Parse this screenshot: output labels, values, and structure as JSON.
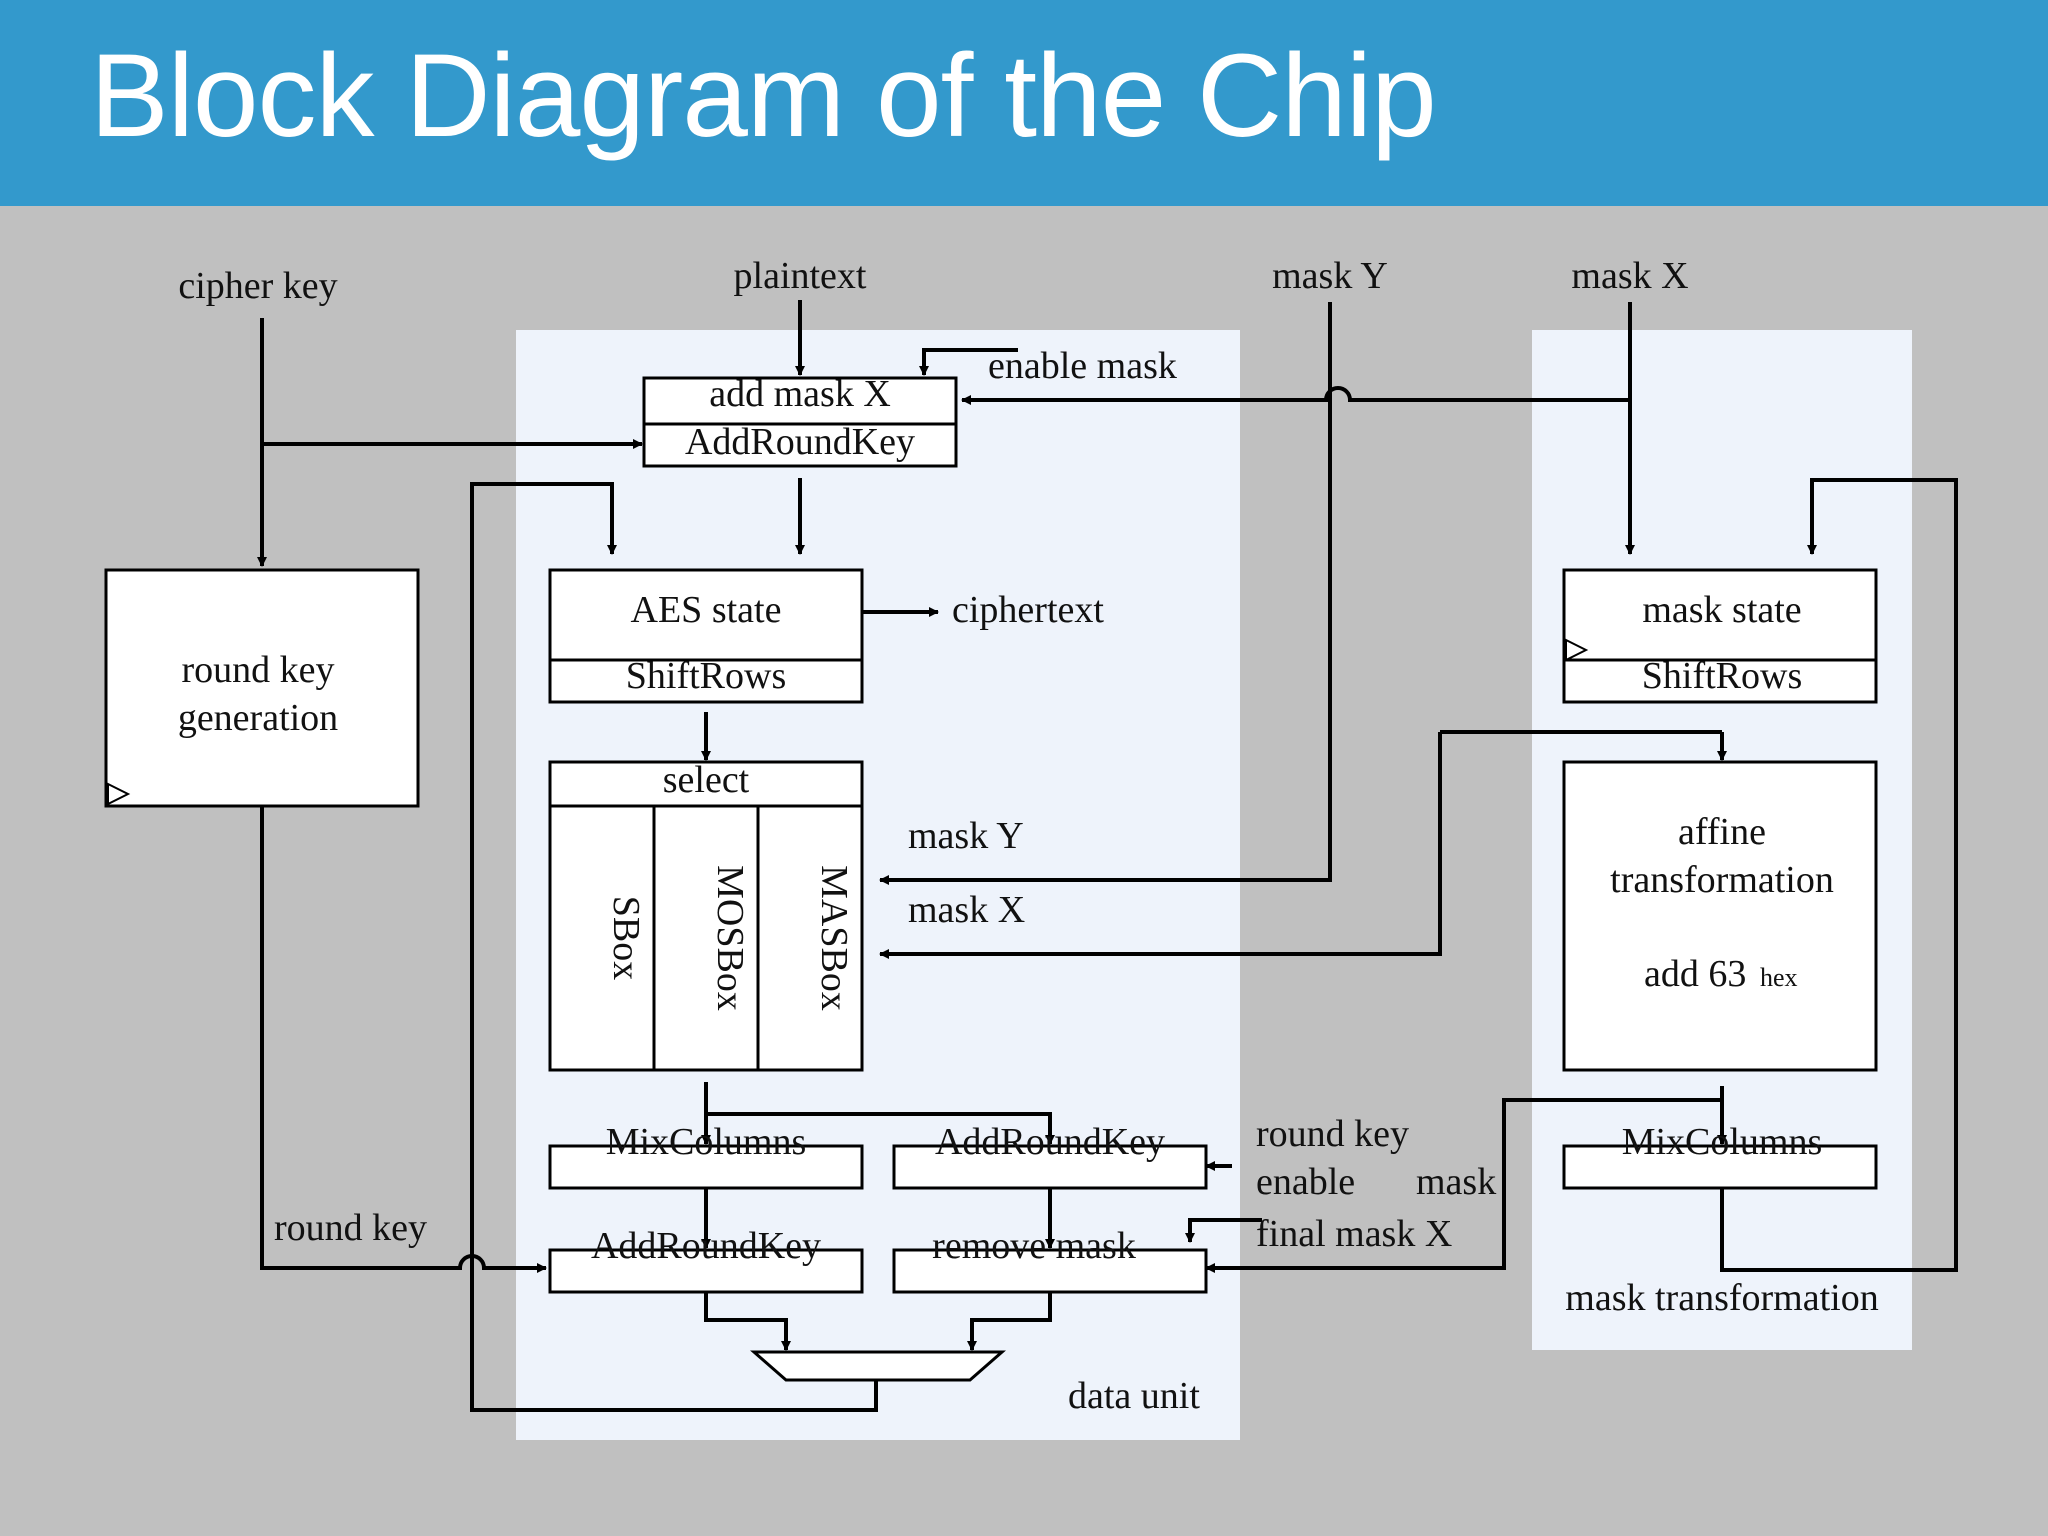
{
  "slide": {
    "title": "Block Diagram of the Chip"
  },
  "diagram": {
    "inputs": {
      "cipher_key": "cipher key",
      "plaintext": "plaintext",
      "mask_y": "mask Y",
      "mask_x": "mask X"
    },
    "data_unit": {
      "label": "data unit",
      "enable_mask": "enable mask",
      "add_mask_x": "add mask X",
      "add_round_key_top": "AddRoundKey",
      "aes_state": "AES state",
      "shift_rows": "ShiftRows",
      "ciphertext": "ciphertext",
      "select": "select",
      "sbox_1": "SBox",
      "sbox_2": "MOSBox",
      "sbox_3": "MASBox",
      "mask_y_in": "mask Y",
      "mask_x_in": "mask X",
      "mix_columns": "MixColumns",
      "add_round_key_right": "AddRoundKey",
      "add_round_key_bottom": "AddRoundKey",
      "remove_mask": "remove mask",
      "round_key_right": "round key",
      "enable_mask_right_1": "enable",
      "enable_mask_right_2": "mask",
      "final_mask_x": "final mask X"
    },
    "round_key_unit": {
      "line1": "round key",
      "line2": "generation",
      "round_key_out": "round key"
    },
    "mask_unit": {
      "label": "mask transformation",
      "mask_state": "mask state",
      "shift_rows": "ShiftRows",
      "affine_1": "affine",
      "affine_2": "transformation",
      "add_63": "add 63",
      "hex": "hex",
      "mix_columns": "MixColumns"
    }
  }
}
